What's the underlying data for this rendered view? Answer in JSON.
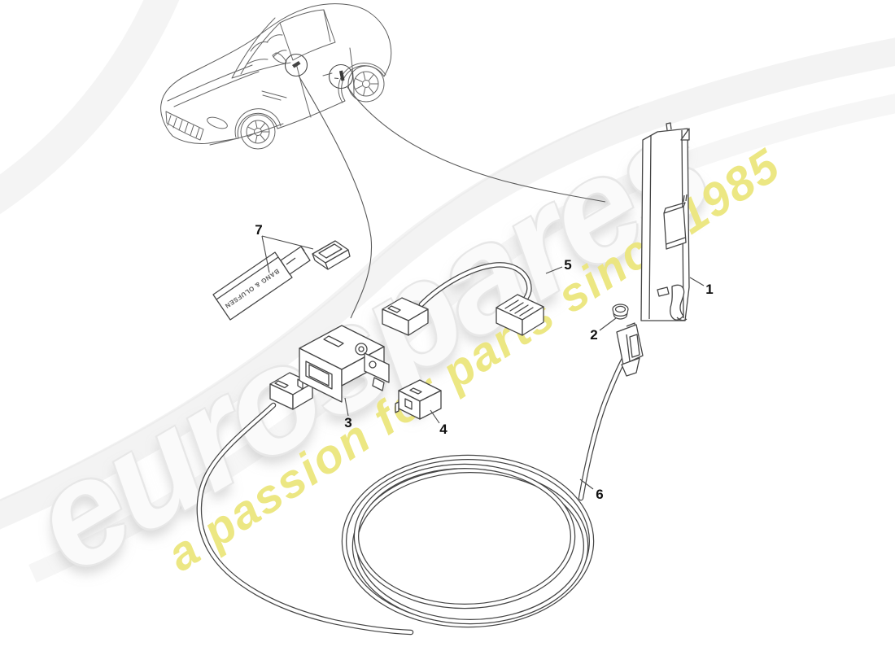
{
  "watermark": {
    "brand": "eurospares",
    "tagline": "a passion for parts since 1985",
    "tagline_color": "#ece67d",
    "brand_outline_color": "#e7e7e7"
  },
  "diagram": {
    "usb_stick_brand": "BANG & OLUFSEN",
    "callouts": [
      {
        "number": "1"
      },
      {
        "number": "2"
      },
      {
        "number": "3"
      },
      {
        "number": "4"
      },
      {
        "number": "5"
      },
      {
        "number": "6"
      },
      {
        "number": "7"
      }
    ]
  }
}
